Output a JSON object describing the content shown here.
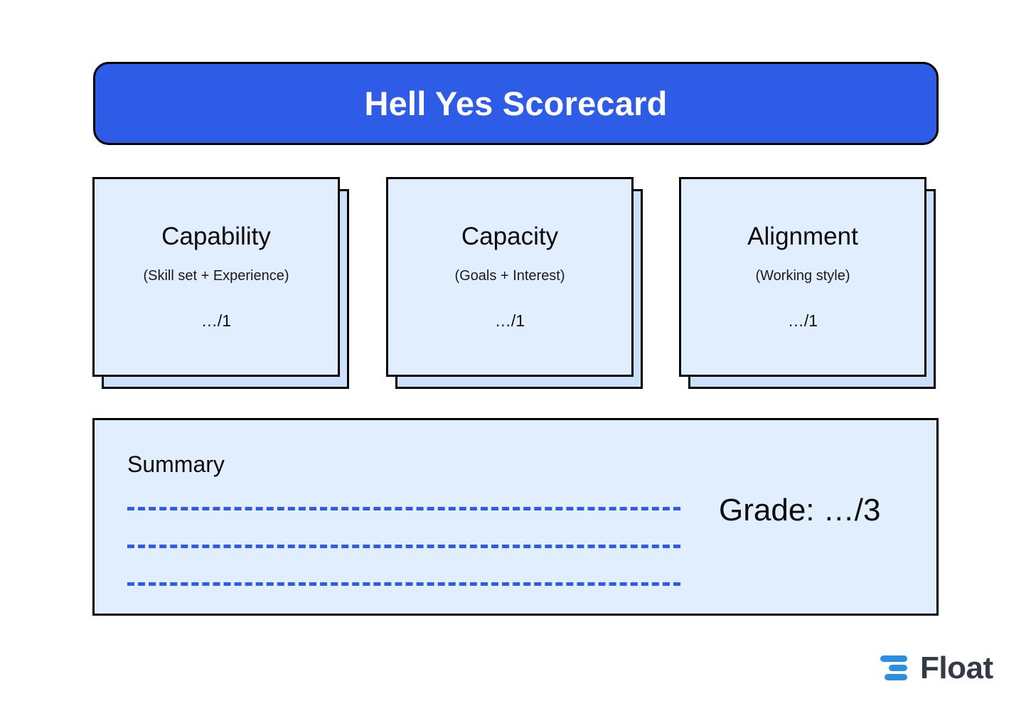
{
  "header": {
    "title": "Hell Yes Scorecard",
    "background_color": "#2e5ce6",
    "text_color": "#ffffff"
  },
  "cards": [
    {
      "id": "capability",
      "title": "Capability",
      "subtitle": "(Skill set + Experience)",
      "score": "…/1"
    },
    {
      "id": "capacity",
      "title": "Capacity",
      "subtitle": "(Goals + Interest)",
      "score": "…/1"
    },
    {
      "id": "alignment",
      "title": "Alignment",
      "subtitle": "(Working style)",
      "score": "…/1"
    }
  ],
  "summary": {
    "label": "Summary",
    "grade": "Grade: …/3",
    "note_line_count": 3,
    "line_color": "#2e5ce6",
    "panel_color": "#e1eefd"
  },
  "branding": {
    "wordmark": "Float",
    "mark_color": "#2a8fe0",
    "word_color": "#343a46"
  },
  "palette": {
    "accent_blue": "#2e5ce6",
    "card_front": "#e1eefd",
    "card_back": "#cbe1fb",
    "outline": "#000000",
    "page_background": "#ffffff"
  }
}
